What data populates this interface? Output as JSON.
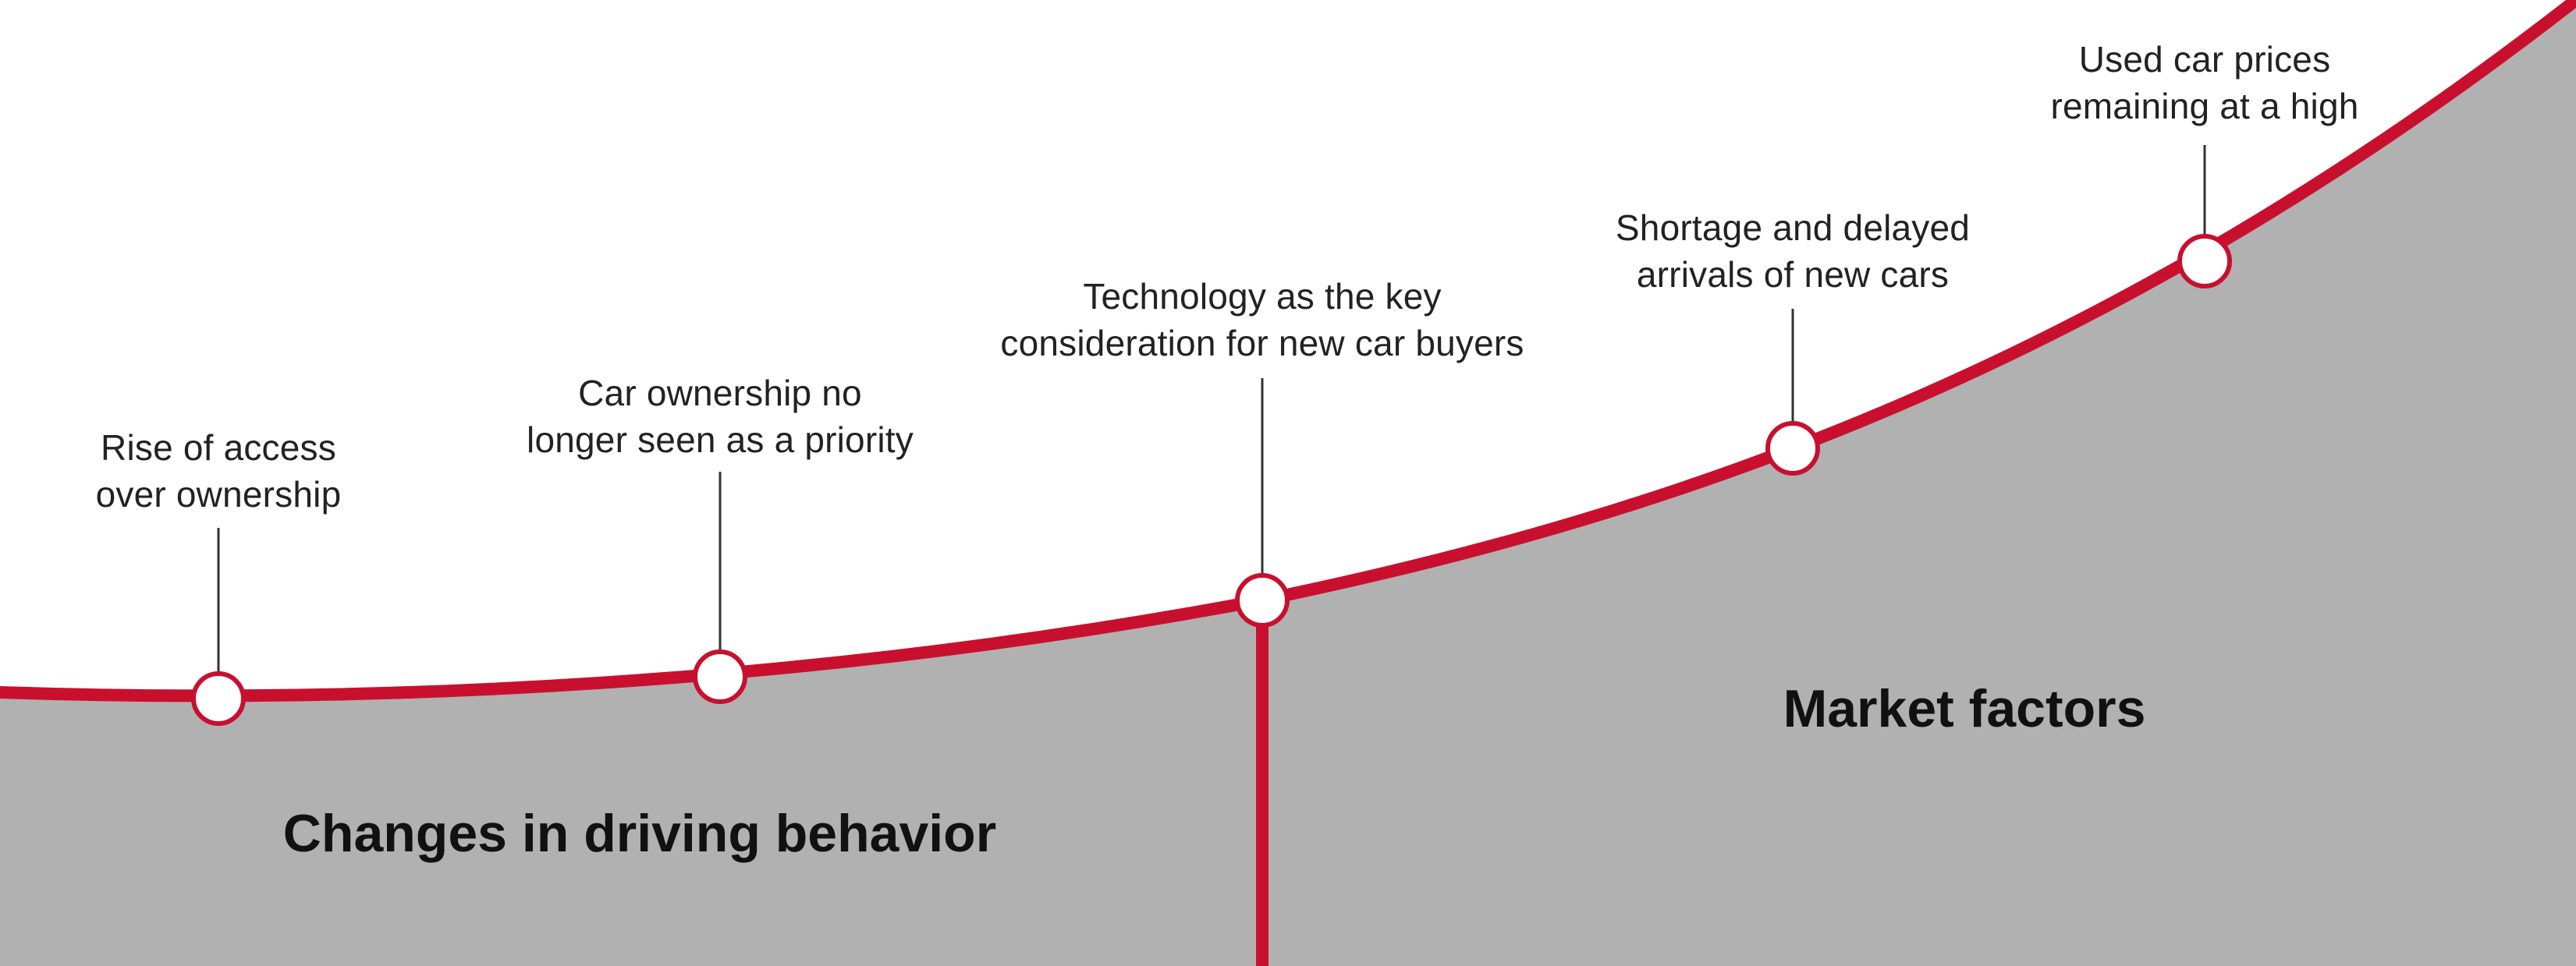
{
  "colors": {
    "curve": "#c8102e",
    "area": "#b1b1b1",
    "background": "#ffffff",
    "leader": "#333333",
    "marker_fill": "#ffffff"
  },
  "regions": {
    "left_label": "Changes in driving behavior",
    "right_label": "Market factors"
  },
  "milestones": [
    {
      "id": "rise-of-access",
      "lines": [
        "Rise of access",
        "over ownership"
      ]
    },
    {
      "id": "ownership-not-priority",
      "lines": [
        "Car ownership no",
        "longer seen as a priority"
      ]
    },
    {
      "id": "technology-key",
      "lines": [
        "Technology as the key",
        "consideration for new car buyers"
      ]
    },
    {
      "id": "shortage-delays",
      "lines": [
        "Shortage and delayed",
        "arrivals of new cars"
      ]
    },
    {
      "id": "used-car-prices",
      "lines": [
        "Used car prices",
        "remaining at a high"
      ]
    }
  ]
}
